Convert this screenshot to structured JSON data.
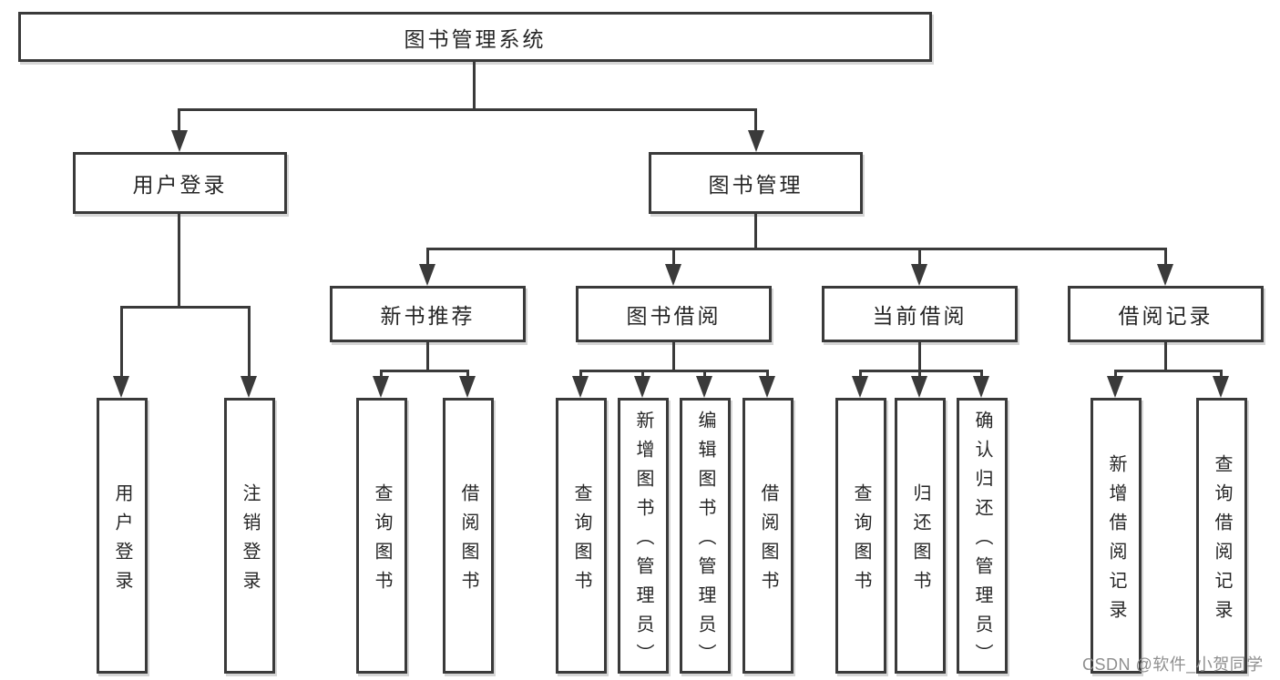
{
  "colors": {
    "line": "#3a3a3a",
    "text": "#262626",
    "box_border": "#3a3a3a",
    "box_background": "#ffffff",
    "watermark": "#8f8f8f",
    "page_background": "#ffffff"
  },
  "watermark": {
    "text": "CSDN @软件_小贺同学"
  },
  "diagram": {
    "root": {
      "label": "图书管理系统"
    },
    "level2": [
      {
        "label": "用户登录"
      },
      {
        "label": "图书管理"
      }
    ],
    "level3": [
      {
        "label": "新书推荐"
      },
      {
        "label": "图书借阅"
      },
      {
        "label": "当前借阅"
      },
      {
        "label": "借阅记录"
      }
    ],
    "leaves": {
      "user_login": [
        "用户登录",
        "注销登录"
      ],
      "new_book_recommend": [
        "查询图书",
        "借阅图书"
      ],
      "book_borrowing": [
        "查询图书",
        "新增图书（管理员）",
        "编辑图书（管理员）",
        "借阅图书"
      ],
      "current_borrowing": [
        "查询图书",
        "归还图书",
        "确认归还（管理员）"
      ],
      "borrowing_records": [
        "新增借阅记录",
        "查询借阅记录"
      ]
    }
  }
}
